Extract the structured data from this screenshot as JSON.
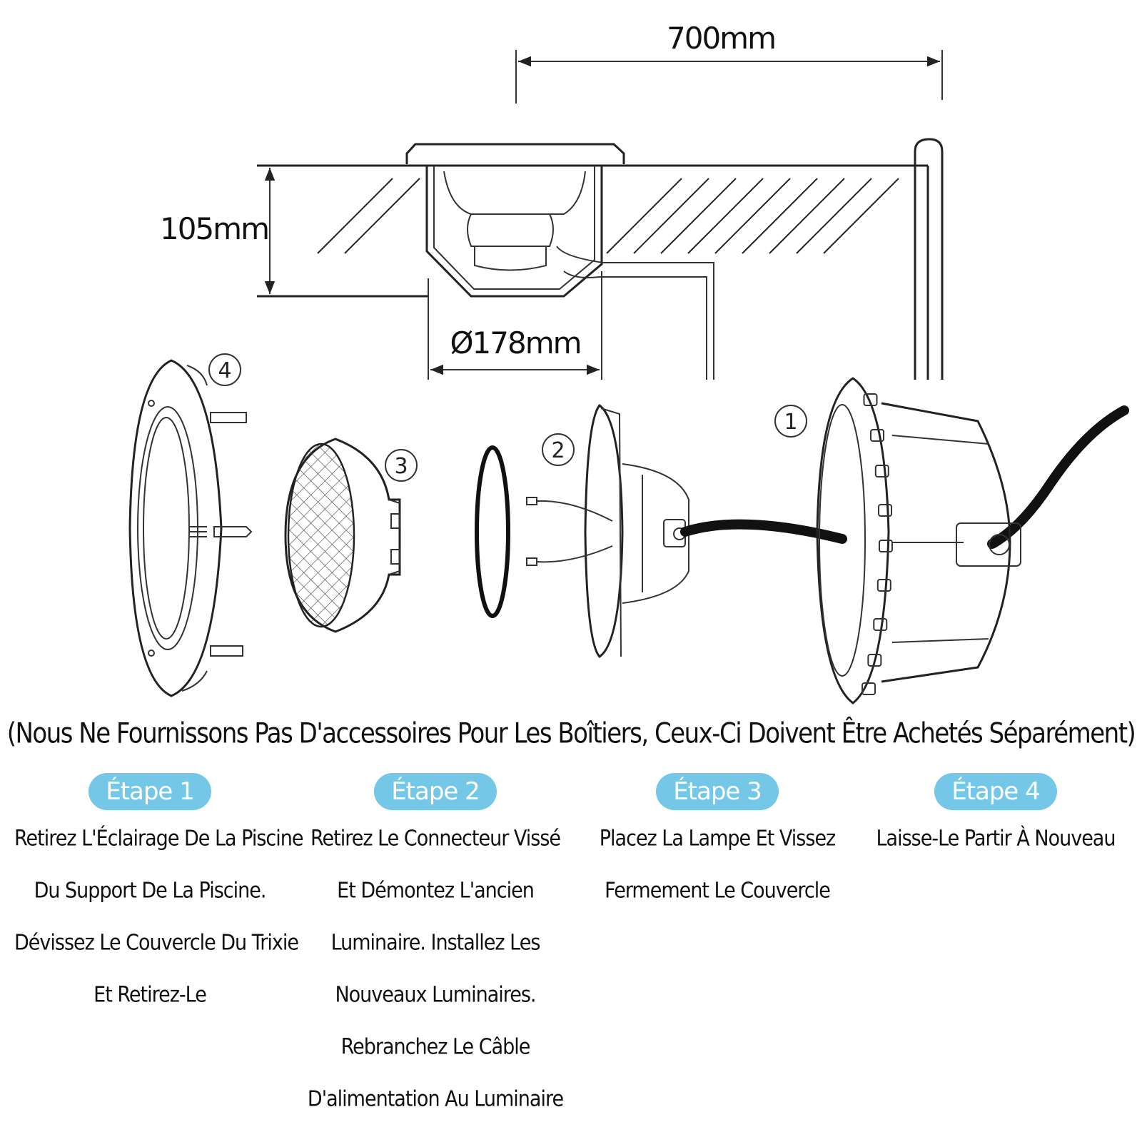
{
  "dimensions": {
    "width_label": "700mm",
    "height_label": "105mm",
    "diameter_label": "Ø178mm"
  },
  "part_numbers": [
    "①",
    "②",
    "③",
    "④"
  ],
  "note": "(Nous Ne Fournissons Pas D'accessoires Pour Les Boîtiers, Ceux-Ci Doivent Être Achetés Séparément)",
  "steps": [
    {
      "label": "Étape 1",
      "lines": [
        "Retirez L'Éclairage De La Piscine",
        "Du Support De La Piscine.",
        "Dévissez Le Couvercle Du Trixie",
        "Et Retirez-Le"
      ]
    },
    {
      "label": "Étape 2",
      "lines": [
        "Retirez Le Connecteur Vissé",
        "Et Démontez L'ancien",
        "Luminaire. Installez Les",
        "Nouveaux Luminaires.",
        "Rebranchez Le Câble",
        "D'alimentation Au Luminaire"
      ]
    },
    {
      "label": "Étape 3",
      "lines": [
        "Placez La Lampe Et Vissez",
        "Fermement Le Couvercle"
      ]
    },
    {
      "label": "Étape 4",
      "lines": [
        "Laisse-Le Partir À Nouveau"
      ]
    }
  ],
  "colors": {
    "badge": "#74c7e6",
    "badge_text": "#ffffff",
    "line": "#222222"
  }
}
